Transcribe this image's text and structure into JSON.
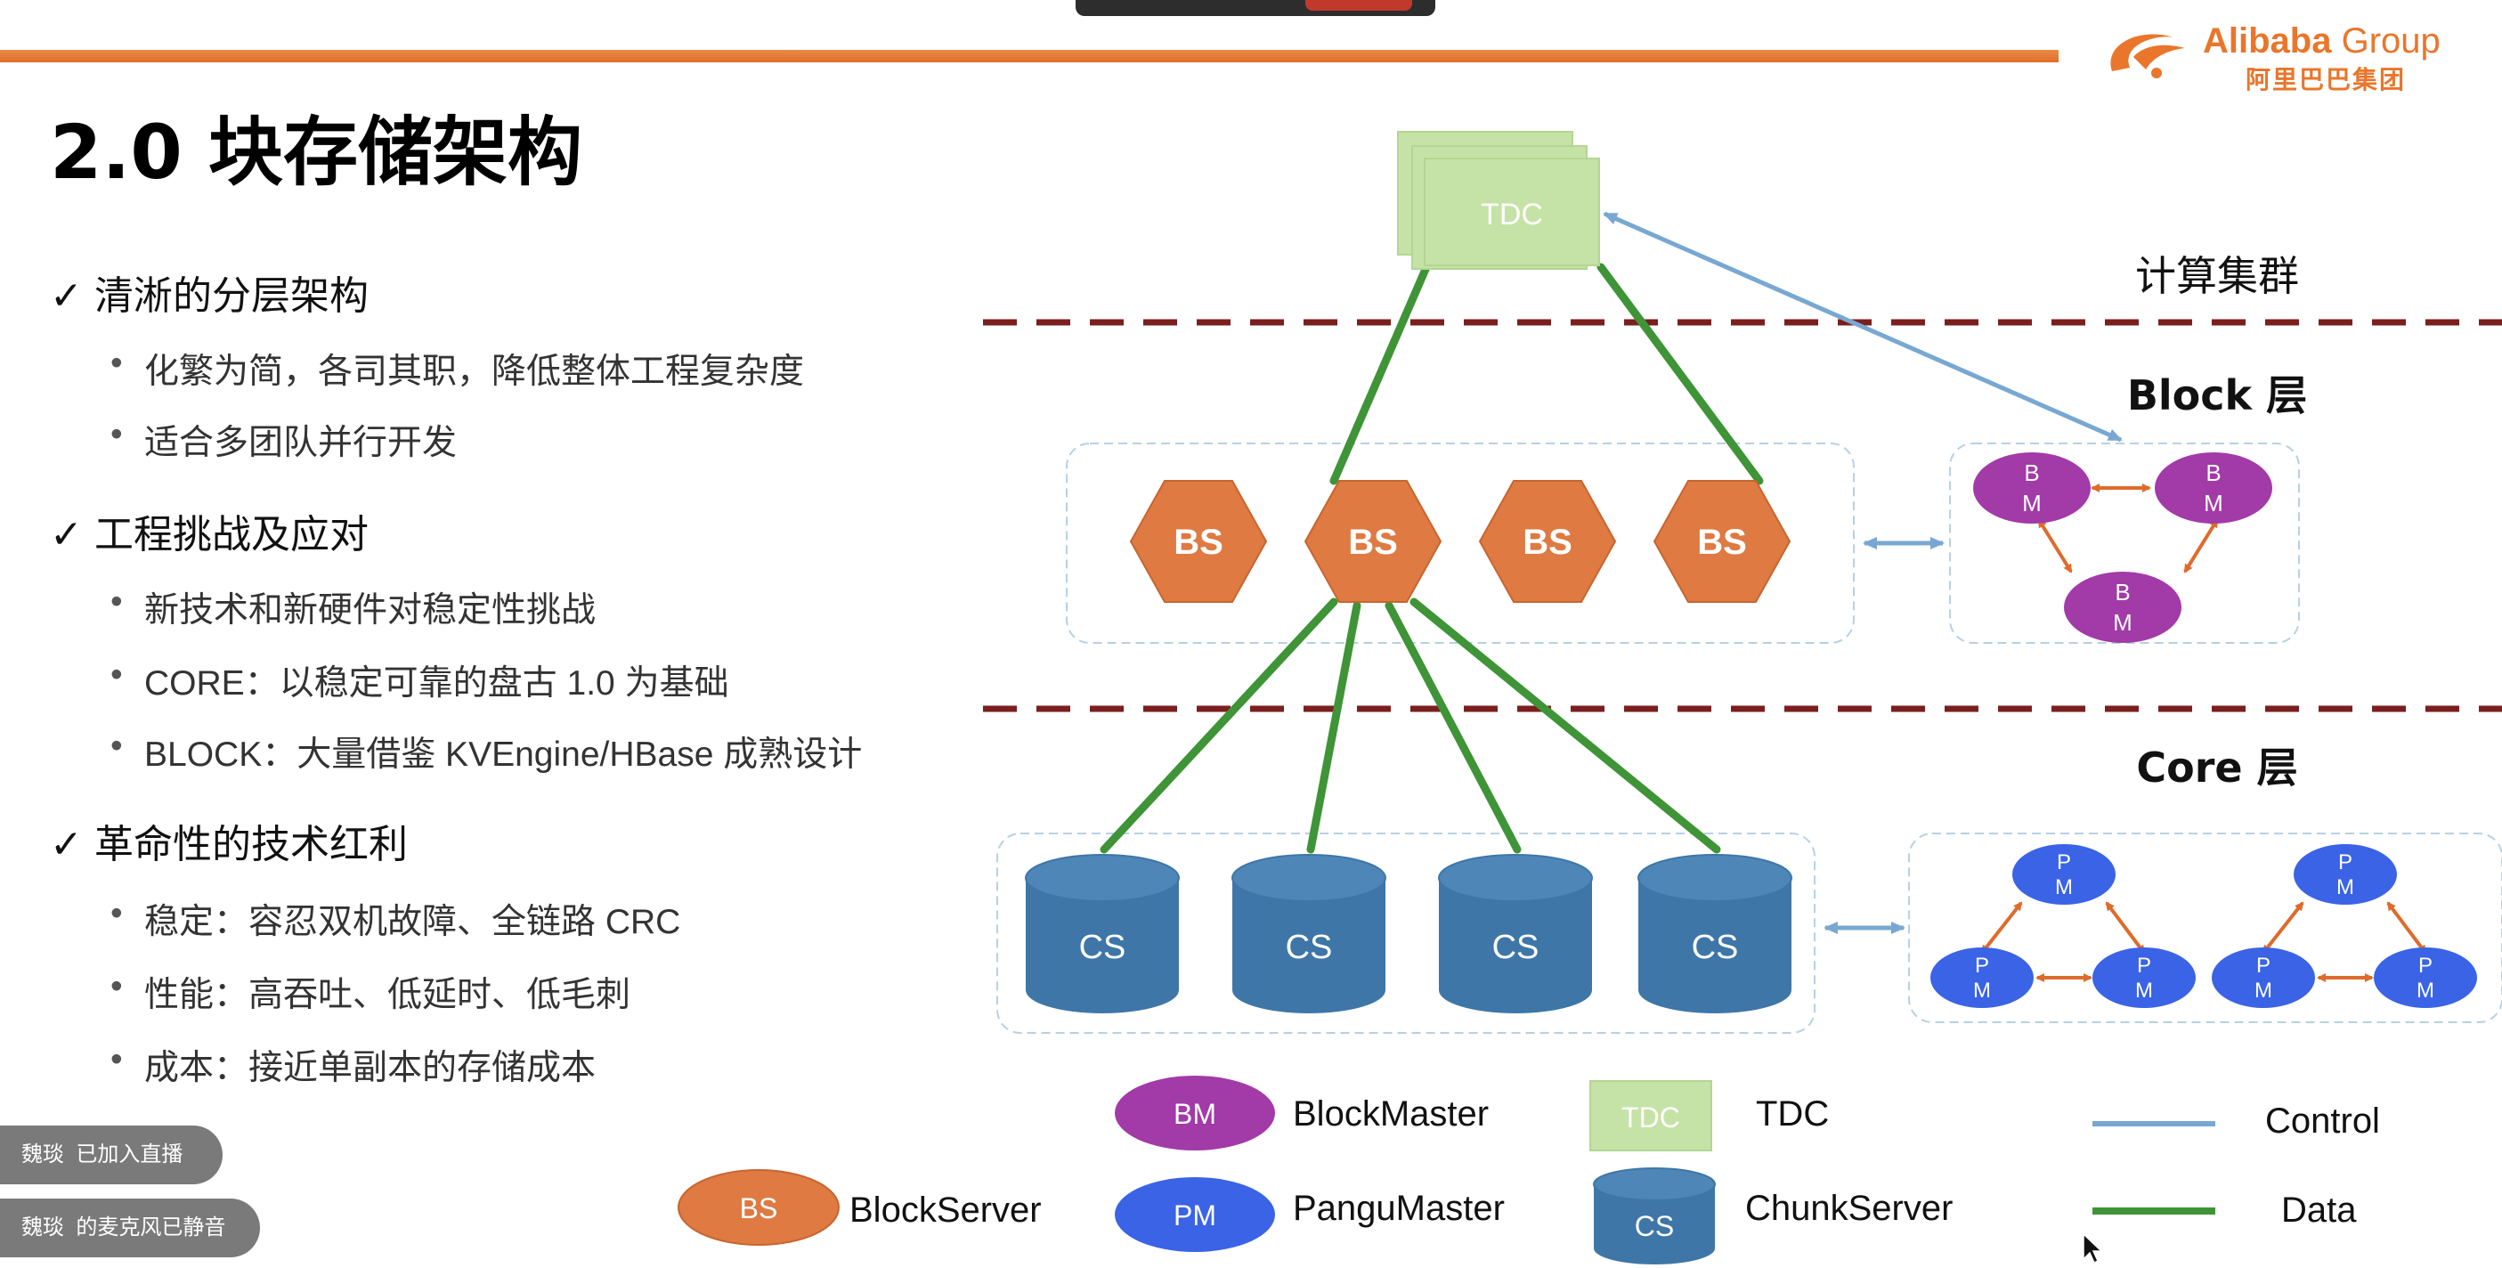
{
  "slide": {
    "title": "2.0 块存储架构",
    "check_glyph": "✓",
    "sections": [
      {
        "heading": "清淅的分层架构",
        "bullets": [
          "化繁为简，各司其职，降低整体工程复杂度",
          "适合多团队并行开发"
        ]
      },
      {
        "heading": "工程挑战及应对",
        "bullets": [
          "新技术和新硬件对稳定性挑战",
          "CORE：以稳定可靠的盘古 1.0 为基础",
          "BLOCK：大量借鉴 KVEngine/HBase 成熟设计"
        ]
      },
      {
        "heading": "革命性的技术红利",
        "bullets": [
          "稳定：容忍双机故障、全链路 CRC",
          "性能：高吞吐、低延时、低毛刺",
          "成本：接近单副本的存储成本"
        ]
      }
    ]
  },
  "logo": {
    "brand": "Alibaba",
    "group": " Group",
    "brand_cn": "阿里巴巴集团",
    "color": "#e9762b"
  },
  "diagram": {
    "tdc_label": "TDC",
    "layer_labels": {
      "compute": "计算集群",
      "block": "Block 层",
      "core": "Core 层"
    },
    "bs_label": "BS",
    "cs_label": "CS",
    "bm_label": [
      "B",
      "M"
    ],
    "pm_label": [
      "P",
      "M"
    ],
    "colors": {
      "bs": "#de7a42",
      "cs": "#3e76a8",
      "bm": "#a23aa8",
      "pm": "#3a63e6",
      "tdc": "#c5e3a6",
      "control": "#78a8d2",
      "data": "#3e9436",
      "dash": "#7b1e1e",
      "arrow": "#de6b2b"
    }
  },
  "legend": {
    "bs": {
      "icon": "BS",
      "label": "BlockServer"
    },
    "bm": {
      "icon": "BM",
      "label": "BlockMaster"
    },
    "pm": {
      "icon": "PM",
      "label": "PanguMaster"
    },
    "tdc": {
      "icon": "TDC",
      "label": "TDC"
    },
    "cs": {
      "icon": "CS",
      "label": "ChunkServer"
    },
    "control": {
      "label": "Control"
    },
    "data": {
      "label": "Data"
    }
  },
  "notifications": [
    {
      "user": "魏琰",
      "message": "已加入直播"
    },
    {
      "user": "魏琰",
      "message": "的麦克风已静音"
    }
  ]
}
